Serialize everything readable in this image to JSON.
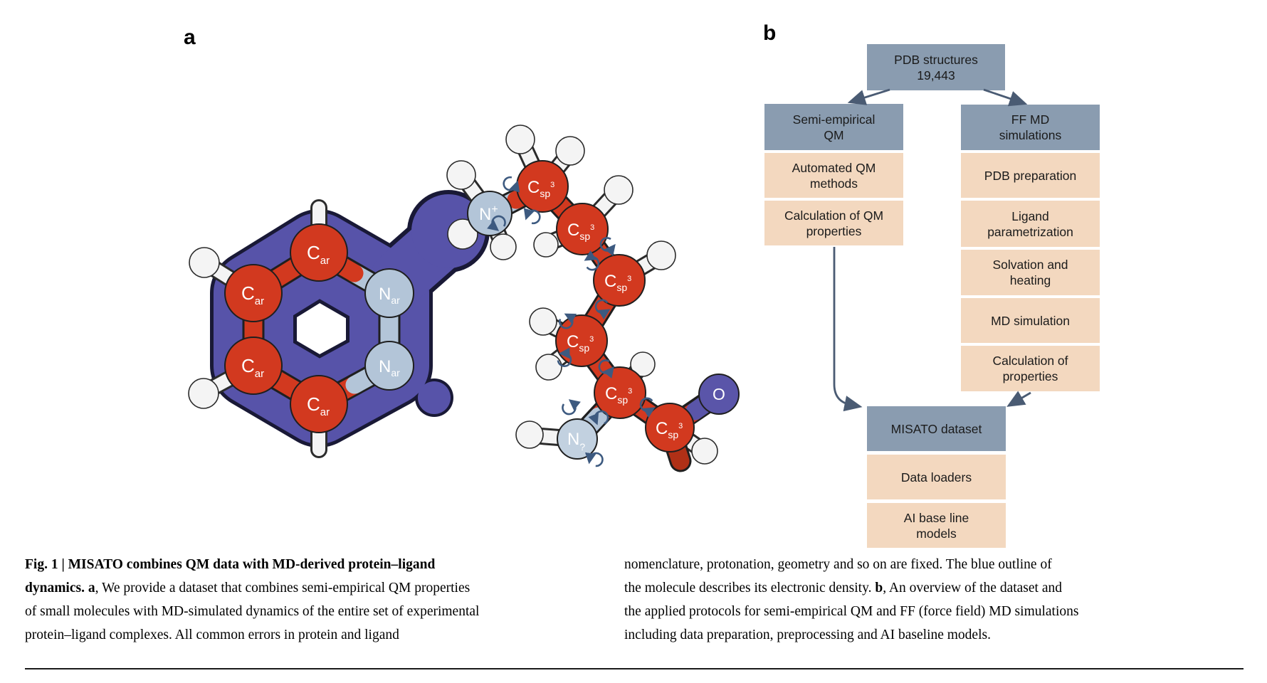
{
  "figure": {
    "panel_a_label": "a",
    "panel_b_label": "b"
  },
  "molecule": {
    "description": "ball-and-stick molecule with blue electronic-density outline",
    "density_color": "#5753a9",
    "carbon_color": "#d2391f",
    "nitrogen_color": "#b3c5d8",
    "oxygen_color": "#5a55a9",
    "hydrogen_color": "#f4f4f4",
    "atoms": [
      {
        "sym": "C",
        "sub": "ar"
      },
      {
        "sym": "C",
        "sub": "ar"
      },
      {
        "sym": "C",
        "sub": "ar"
      },
      {
        "sym": "C",
        "sub": "ar"
      },
      {
        "sym": "N",
        "sub": "ar"
      },
      {
        "sym": "N",
        "sub": "ar"
      },
      {
        "sym": "N",
        "sup": "+"
      },
      {
        "sym": "C",
        "sub": "sp",
        "sup": "3"
      },
      {
        "sym": "C",
        "sub": "sp",
        "sup": "3"
      },
      {
        "sym": "C",
        "sub": "sp",
        "sup": "3"
      },
      {
        "sym": "C",
        "sub": "sp",
        "sup": "3"
      },
      {
        "sym": "C",
        "sub": "sp",
        "sup": "3"
      },
      {
        "sym": "C",
        "sub": "sp",
        "sup": "3"
      },
      {
        "sym": "O"
      },
      {
        "sym": "N",
        "sub": "?"
      }
    ]
  },
  "flowchart": {
    "colors": {
      "header": "#8a9cb0",
      "step": "#f3d8bf",
      "arrow": "#4a5b73"
    },
    "nodes": [
      {
        "id": "pdb-structures",
        "label": "PDB structures\n19,443",
        "type": "header"
      },
      {
        "id": "semi-empirical-qm",
        "label": "Semi-empirical\nQM",
        "type": "header"
      },
      {
        "id": "automated-qm-methods",
        "label": "Automated QM\nmethods",
        "type": "step"
      },
      {
        "id": "calculation-of-qm-properties",
        "label": "Calculation of QM\nproperties",
        "type": "step"
      },
      {
        "id": "ff-md-simulations",
        "label": "FF MD\nsimulations",
        "type": "header"
      },
      {
        "id": "pdb-preparation",
        "label": "PDB preparation",
        "type": "step"
      },
      {
        "id": "ligand-parametrization",
        "label": "Ligand\nparametrization",
        "type": "step"
      },
      {
        "id": "solvation-and-heating",
        "label": "Solvation and\nheating",
        "type": "step"
      },
      {
        "id": "md-simulation",
        "label": "MD simulation",
        "type": "step"
      },
      {
        "id": "calculation-of-properties",
        "label": "Calculation of\nproperties",
        "type": "step"
      },
      {
        "id": "misato-dataset",
        "label": "MISATO dataset",
        "type": "header"
      },
      {
        "id": "data-loaders",
        "label": "Data loaders",
        "type": "step"
      },
      {
        "id": "ai-baseline-models",
        "label": "AI base line\nmodels",
        "type": "step"
      }
    ]
  },
  "caption": {
    "left": {
      "l1": "Fig. 1 | MISATO combines QM data with MD-derived protein–ligand",
      "l2_bold": "dynamics. a",
      "l2_rest": ", We provide a dataset that combines semi-empirical QM properties",
      "l3": "of small molecules with MD-simulated dynamics of the entire set of experimental",
      "l4": "protein–ligand complexes. All common errors in protein and ligand"
    },
    "right": {
      "r1": "nomenclature, protonation, geometry and so on are fixed. The blue outline of",
      "r2_a": "the molecule describes its electronic density. ",
      "r2_bold": "b",
      "r2_c": ", An overview of the dataset and",
      "r3": "the applied protocols for semi-empirical QM and FF (force field) MD simulations",
      "r4": "including data preparation, preprocessing and AI baseline models."
    }
  }
}
